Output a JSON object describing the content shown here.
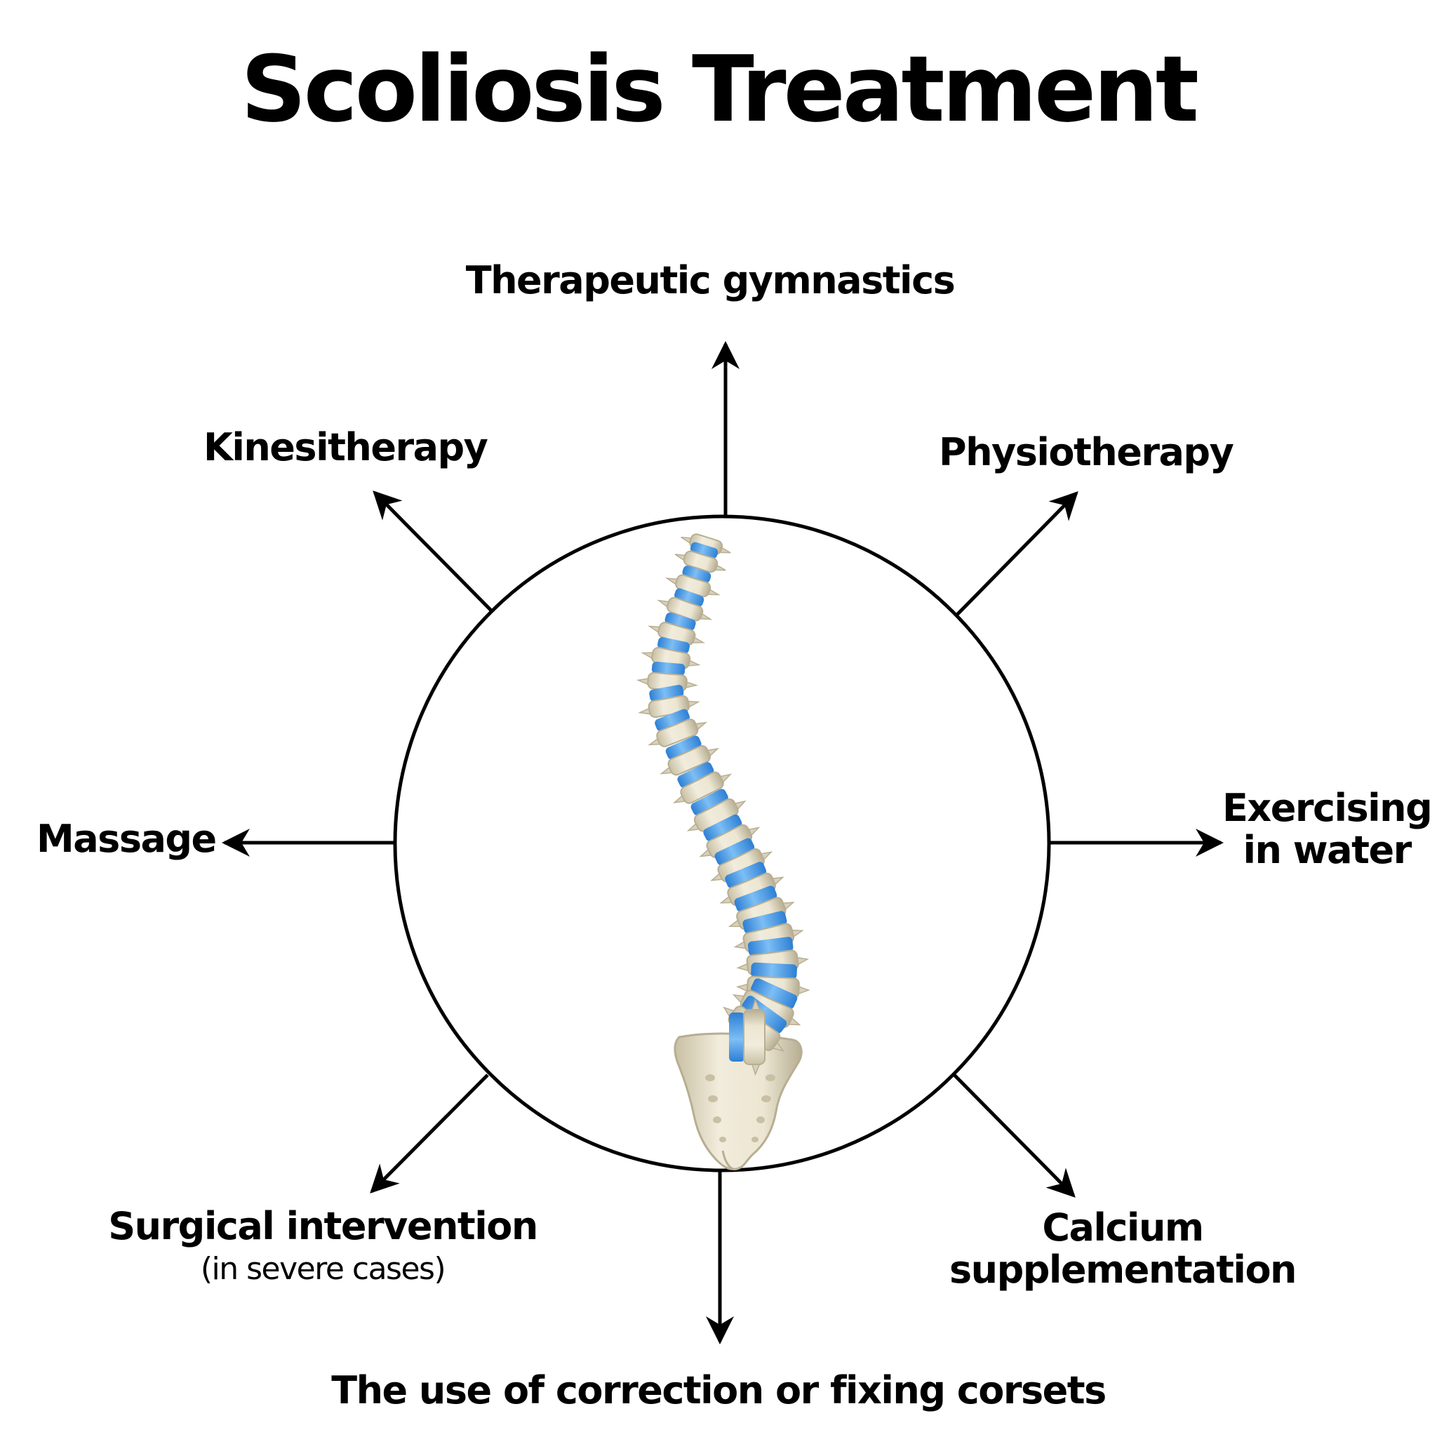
{
  "diagram": {
    "title": "Scoliosis Treatment",
    "treatments": {
      "top": "Therapeutic gymnastics",
      "top_left": "Kinesitherapy",
      "top_right": "Physiotherapy",
      "left": "Massage",
      "right_line1": "Exercising",
      "right_line2": "in water",
      "bottom_left": "Surgical intervention",
      "bottom_left_note": "(in severe cases)",
      "bottom_right_line1": "Calcium",
      "bottom_right_line2": "supplementation",
      "bottom": "The use of correction or fixing corsets"
    },
    "colors": {
      "bone": "#ECE6D2",
      "bone_shadow": "#B7AE93",
      "disc": "#4A9BE8",
      "line": "#000000"
    }
  }
}
